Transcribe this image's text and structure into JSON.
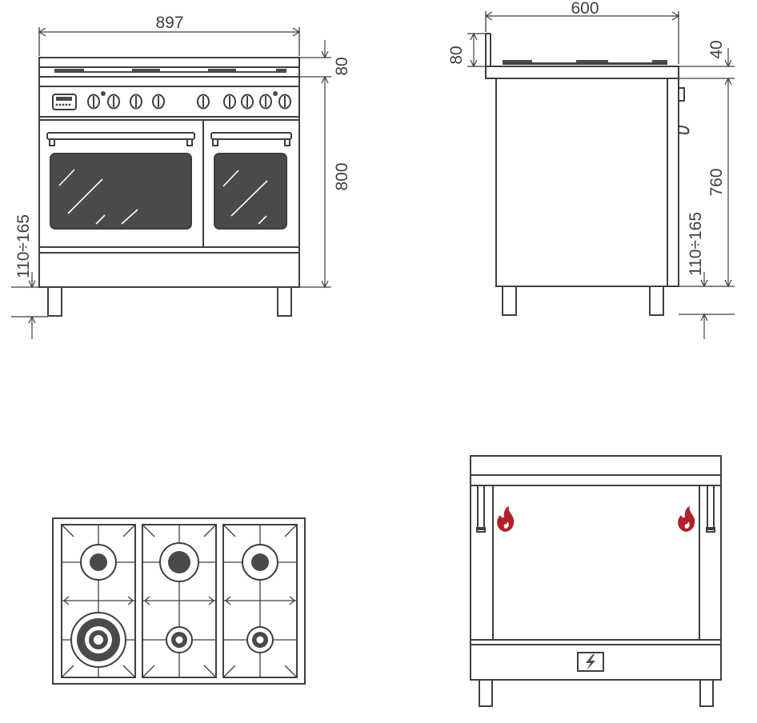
{
  "dimensions": {
    "front_width": "897",
    "front_top_height": "80",
    "front_body_height": "800",
    "front_feet_range": "110÷165",
    "side_depth": "600",
    "side_top_height_left": "80",
    "side_top_height_right": "40",
    "side_body_height": "760",
    "side_feet_range": "110÷165"
  },
  "colors": {
    "line": "#3f3f3f",
    "glass": "#4a4a4a",
    "flame": "#b3202a"
  },
  "icons": [
    "flame-icon",
    "electric-bolt-icon"
  ]
}
